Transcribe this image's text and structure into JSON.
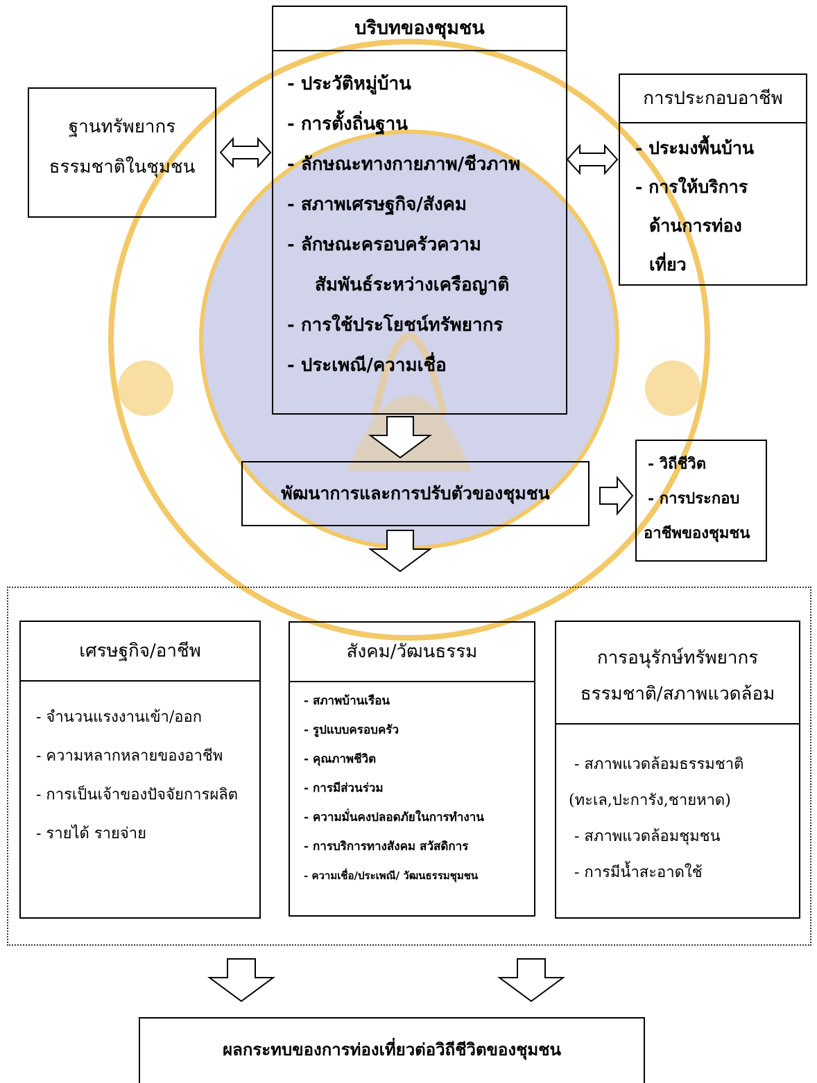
{
  "context_box": {
    "title": "บริบทของชุมชน",
    "items": [
      "- ประวัติหมู่บ้าน",
      "- การตั้งถิ่นฐาน",
      "- ลักษณะทางกายภาพ/ชีวภาพ",
      "- สภาพเศรษฐกิจ/สังคม",
      "- ลักษณะครอบครัวความ",
      "สัมพันธ์ระหว่างเครือญาติ",
      "- การใช้ประโยชน์ทรัพยากร",
      "- ประเพณี/ความเชื่อ"
    ]
  },
  "resource_box": {
    "line1": "ฐานทรัพยากร",
    "line2": "ธรรมชาติในชุมชน"
  },
  "occupation_box": {
    "title": "การประกอบอาชีพ",
    "items": [
      "- ประมงพื้นบ้าน",
      "- การให้บริการ",
      "ด้านการท่อง",
      "เที่ยว"
    ]
  },
  "development_box": {
    "label": "พัฒนาการและการปรับตัวของชุมชน"
  },
  "lifestyle_box": {
    "items": [
      "- วิถีชีวิต",
      "- การประกอบ",
      "อาชีพของชุมชน"
    ]
  },
  "economy_box": {
    "title": "เศรษฐกิจ/อาชีพ",
    "items": [
      "- จำนวนแรงงานเข้า/ออก",
      "- ความหลากหลายของอาชีพ",
      "- การเป็นเจ้าของปัจจัยการผลิต",
      "- รายได้ รายจ่าย"
    ]
  },
  "society_box": {
    "title": "สังคม/วัฒนธรรม",
    "items": [
      "- สภาพบ้านเรือน",
      "- รูปแบบครอบครัว",
      "- คุณภาพชีวิต",
      "- การมีส่วนร่วม",
      "- ความมั่นคงปลอดภัยในการทำงาน",
      "- การบริการทางสังคม สวัสดิการ",
      "- ความเชื่อ/ประเพณี/ วัฒนธรรมชุมชน"
    ]
  },
  "conservation_box": {
    "title_line1": "การอนุรักษ์ทรัพยากร",
    "title_line2": "ธรรมชาติ/สภาพแวดล้อม",
    "items": [
      "- สภาพแวดล้อมธรรมชาติ",
      "(ทะเล,ปะการัง,ชายหาด)",
      "- สภาพแวดล้อมชุมชน",
      "- การมีน้ำสะอาดใช้"
    ]
  },
  "impact_box": {
    "label": "ผลกระทบของการท่องเที่ยวต่อวิถีชีวิตของชุมชน"
  },
  "colors": {
    "watermark_gold": "#f3c866",
    "watermark_blue": "#c9cbe8",
    "line": "#000000"
  }
}
